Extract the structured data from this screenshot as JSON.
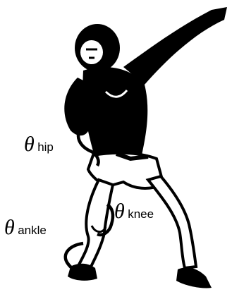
{
  "labels": {
    "hip": {
      "symbol": "θ",
      "name": "hip"
    },
    "knee": {
      "symbol": "θ",
      "name": "knee"
    },
    "ankle": {
      "symbol": "θ",
      "name": "ankle"
    }
  },
  "colors": {
    "ink": "#000000",
    "background": "#ffffff"
  }
}
